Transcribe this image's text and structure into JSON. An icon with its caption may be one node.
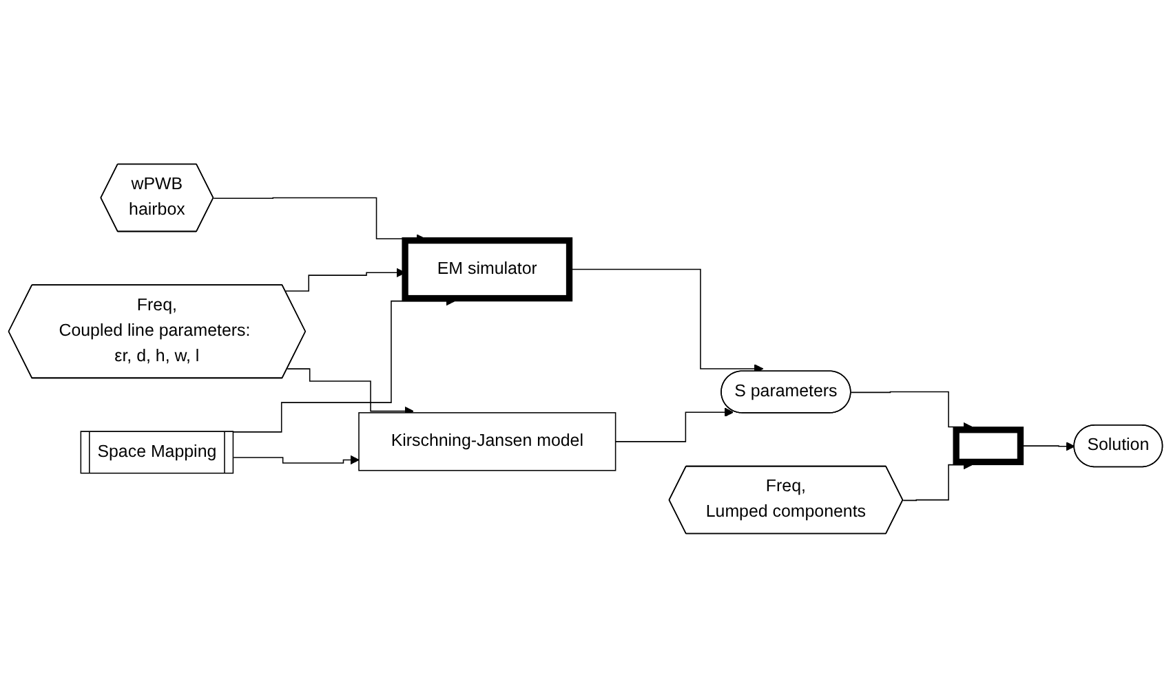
{
  "diagram": {
    "nodes": [
      {
        "text": [
          "Freq,",
          "Coupled line parameters: εr, d, h, w, l"
        ]
      },
      {
        "text": [
          "wPWB",
          "hairbox"
        ]
      },
      {
        "text": [
          "EM simulator"
        ]
      },
      {
        "text": [
          "Space Mapping"
        ]
      },
      {
        "text": [
          "Kirschning-Jansen model"
        ]
      },
      {
        "text": [
          "S parameters"
        ]
      },
      {
        "text": [],
        "shape": "box"
      },
      {
        "text": [
          "Solution"
        ]
      },
      {
        "text": [
          "Freq,",
          "Lumped components"
        ]
      }
    ],
    "edges": [
      {
        "from": 0,
        "to": 2,
        "arrow": "to"
      },
      {
        "from": 0,
        "to": 4,
        "arrow": "to"
      },
      {
        "from": 1,
        "to": 2,
        "arrow": "to"
      },
      {
        "from": 3,
        "to": 2,
        "arrow": "to"
      },
      {
        "from": 3,
        "to": 4,
        "arrow": "to"
      },
      {
        "from": 2,
        "to": 5,
        "arrow": "to"
      },
      {
        "from": 4,
        "to": 5,
        "arrow": "to"
      },
      {
        "from": 5,
        "to": 6,
        "arrow": "to"
      },
      {
        "from": 6,
        "to": 7,
        "arrow": "to"
      },
      {
        "from": 8,
        "to": 6,
        "arrow": "to"
      }
    ]
  }
}
